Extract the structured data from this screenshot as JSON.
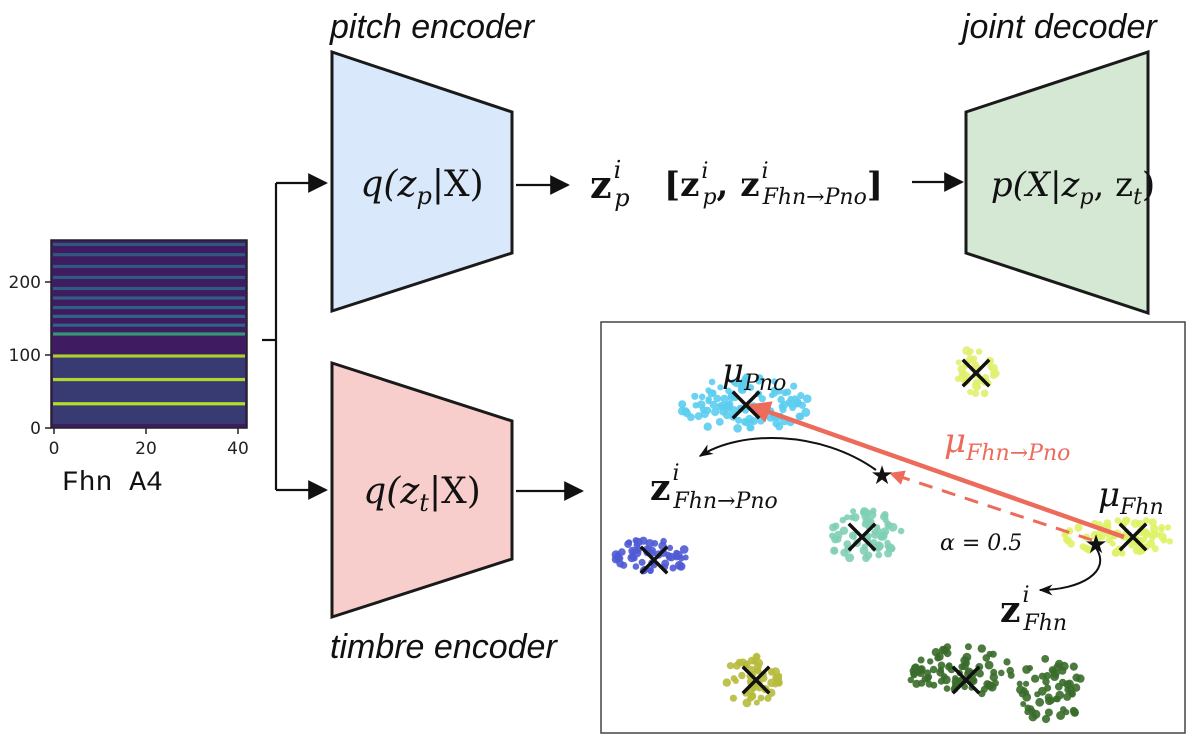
{
  "labels": {
    "pitch_encoder": "pitch encoder",
    "timbre_encoder": "timbre encoder",
    "joint_decoder": "joint decoder",
    "spectrogram_caption": "Fhn A4"
  },
  "formulas": {
    "pitch_q": "q(z",
    "pitch_q_sub": "p",
    "pitch_q_tail": "|X)",
    "timbre_q": "q(z",
    "timbre_q_sub": "t",
    "timbre_q_tail": "|X)",
    "decoder_p": "p(X|z",
    "decoder_p_sub1": "p",
    "decoder_p_mid": ", z",
    "decoder_p_sub2": "t",
    "decoder_p_tail": ")",
    "z_p_base": "z",
    "z_p_sup": "i",
    "z_p_sub": "p",
    "concat_open": "[z",
    "concat_sup1": "i",
    "concat_sub1": "p",
    "concat_mid": ", z",
    "concat_sup2": "i",
    "concat_sub2": "Fhn→Pno",
    "concat_close": "]"
  },
  "latent": {
    "mu_pno_base": "μ",
    "mu_pno_sub": "Pno",
    "mu_fhn_base": "μ",
    "mu_fhn_sub": "Fhn",
    "mu_shift_base": "μ",
    "mu_shift_sub": "Fhn→Pno",
    "alpha": "α = 0.5",
    "z_shift_base": "z",
    "z_shift_sup": "i",
    "z_shift_sub": "Fhn→Pno",
    "z_fhn_base": "z",
    "z_fhn_sup": "i",
    "z_fhn_sub": "Fhn"
  },
  "spectrogram": {
    "y_ticks": [
      "0",
      "100",
      "200"
    ],
    "x_ticks": [
      "0",
      "20",
      "40"
    ],
    "harmonic_bins": [
      33,
      66,
      98,
      128,
      140,
      152,
      164,
      177,
      190,
      205,
      220,
      236,
      250
    ],
    "harmonic_brightness": [
      1.0,
      0.9,
      0.85,
      0.55,
      0.5,
      0.5,
      0.45,
      0.4,
      0.35,
      0.3,
      0.28,
      0.25,
      0.22
    ],
    "y_max": 256,
    "x_max": 43
  },
  "colors": {
    "pitch_encoder_fill": "#dae8fc",
    "timbre_encoder_fill": "#f8cecc",
    "decoder_fill": "#d5e8d4",
    "arrow_red": "#ec6b5b",
    "pno_cluster": "#5bcdf0",
    "fhn_cluster": "#dff266",
    "cluster_yellow": "#e1ef71",
    "cluster_teal": "#7fcfb5",
    "cluster_blue": "#4f5bd4",
    "cluster_olive": "#b7bb3d",
    "cluster_darkgreen": "#3a6b2a"
  }
}
